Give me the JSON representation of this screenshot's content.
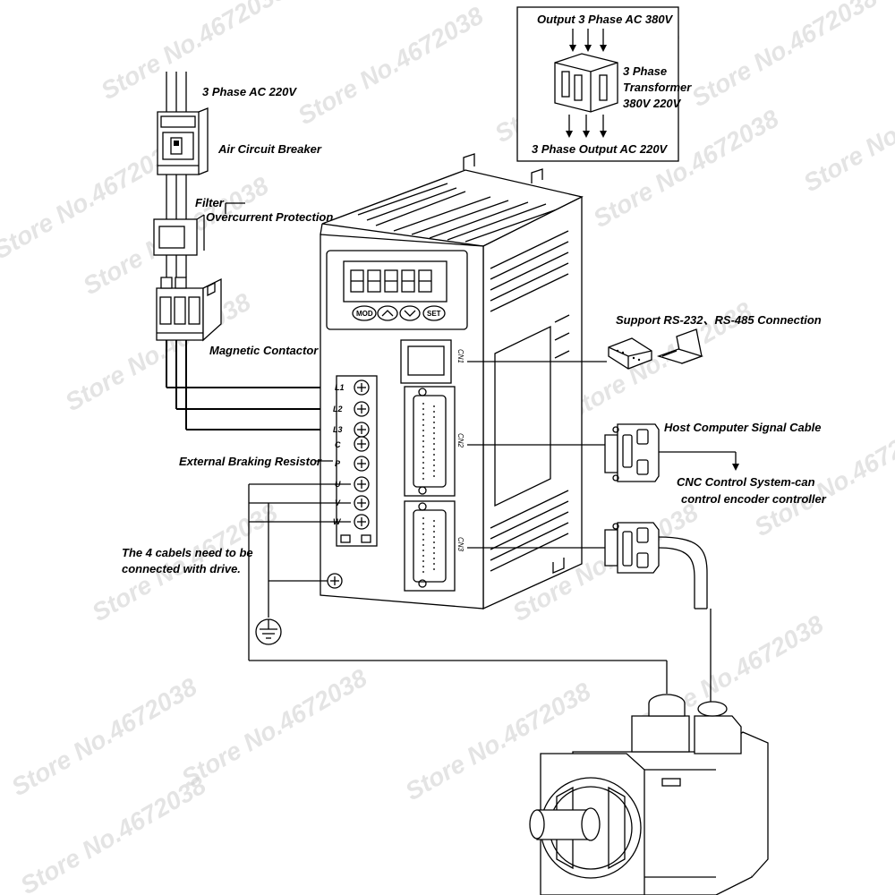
{
  "labels": {
    "power_input": "3 Phase AC 220V",
    "air_breaker": "Air Circuit Breaker",
    "filter": "Filter",
    "overcurrent": "Overcurrent Protection",
    "contactor": "Magnetic Contactor",
    "braking_resistor": "External Braking Resistor",
    "cables_note_line1": "The 4 cabels need to be",
    "cables_note_line2": "connected with drive.",
    "transformer_output_top": "Output 3 Phase AC 380V",
    "transformer_name_1": "3 Phase",
    "transformer_name_2": "Transformer",
    "transformer_name_3": "380V 220V",
    "transformer_output_bottom": "3 Phase Output AC 220V",
    "rs_support": "Support RS-232、RS-485 Connection",
    "host_cable": "Host Computer Signal Cable",
    "cnc_line1": "CNC Control System-can",
    "cnc_line2": "control encoder controller"
  },
  "terminals": [
    "L1",
    "L2",
    "L3",
    "C",
    "P",
    "U",
    "V",
    "W"
  ],
  "buttons": [
    "MOD",
    "SET"
  ],
  "connectors": [
    "CN1",
    "CN2",
    "CN3"
  ],
  "watermark": "Store No.4672038"
}
